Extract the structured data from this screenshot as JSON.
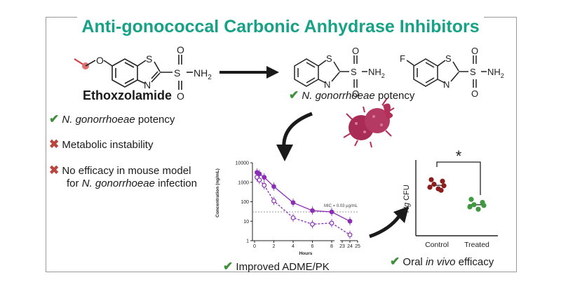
{
  "title": "Anti-gonococcal Carbonic Anhydrase Inhibitors",
  "lead_compound": {
    "name": "Ethoxzolamide",
    "atom_s": "S",
    "atom_n": "N",
    "group": "S",
    "o1": "O",
    "o2": "O",
    "nh2": "NH",
    "nh2_sub": "2",
    "ethoxy_o": "O"
  },
  "analog_2": {
    "atom_s": "S",
    "atom_n": "N",
    "group": "S",
    "o1": "O",
    "o2": "O",
    "nh2": "NH",
    "nh2_sub": "2"
  },
  "analog_3": {
    "atom_f": "F",
    "atom_s": "S",
    "atom_n": "N",
    "group": "S",
    "o1": "O",
    "o2": "O",
    "nh2": "NH",
    "nh2_sub": "2"
  },
  "analog_potency": {
    "organism": "N. gonorrhoeae",
    "suffix": " potency"
  },
  "lead_properties": [
    {
      "mark": "check",
      "italic": "N. gonorrhoeae",
      "text": " potency"
    },
    {
      "mark": "cross",
      "italic": "",
      "text": "Metabolic instability"
    },
    {
      "mark": "cross",
      "italic": "",
      "text": "No efficacy in mouse model"
    }
  ],
  "lead_properties_line2": {
    "prefix": "for ",
    "italic": "N. gonorrhoeae",
    "suffix": " infection"
  },
  "pk_caption": "Improved ADME/PK",
  "efficacy_caption": {
    "prefix": "Oral ",
    "italic": "in vivo",
    "suffix": " efficacy"
  },
  "chart_data": [
    {
      "type": "line",
      "ylabel": "Concentration (ng/mL)",
      "xlabel": "Hours",
      "y_scale": "log",
      "ylim": [
        1,
        10000
      ],
      "y_ticks": [
        "10000",
        "1000",
        "100",
        "10",
        "1"
      ],
      "x_ticks": [
        "0",
        "2",
        "4",
        "6",
        "8",
        "23",
        "24",
        "25"
      ],
      "annotation": "MIC = 0.03 μg/mL",
      "mic_value": 30,
      "series": [
        {
          "marker": "filled",
          "x": [
            0.25,
            0.5,
            1,
            2,
            4,
            6,
            8,
            24
          ],
          "y": [
            3200,
            2700,
            1800,
            600,
            90,
            35,
            30,
            10
          ]
        },
        {
          "marker": "open",
          "x": [
            0.25,
            0.5,
            1,
            2,
            4,
            6,
            8,
            24
          ],
          "y": [
            1800,
            1300,
            700,
            110,
            15,
            7,
            8,
            2
          ]
        }
      ]
    },
    {
      "type": "scatter",
      "ylabel_italic": "Ng",
      "ylabel": " CFU",
      "categories": [
        "Control",
        "Treated"
      ],
      "significance": "*",
      "groups": [
        {
          "name": "Control",
          "color": "#8b1d1d",
          "values": [
            0.74,
            0.72,
            0.68,
            0.66,
            0.64,
            0.62,
            0.6
          ]
        },
        {
          "name": "Treated",
          "color": "#3f9a3f",
          "values": [
            0.48,
            0.44,
            0.41,
            0.4,
            0.38,
            0.35
          ]
        }
      ],
      "ylim": [
        0,
        1
      ]
    }
  ],
  "colors": {
    "title": "#17a186",
    "check": "#3f8f3c",
    "cross": "#b8453e",
    "pk_series": "#8a2fb5",
    "bacterium": "#b3305a"
  }
}
